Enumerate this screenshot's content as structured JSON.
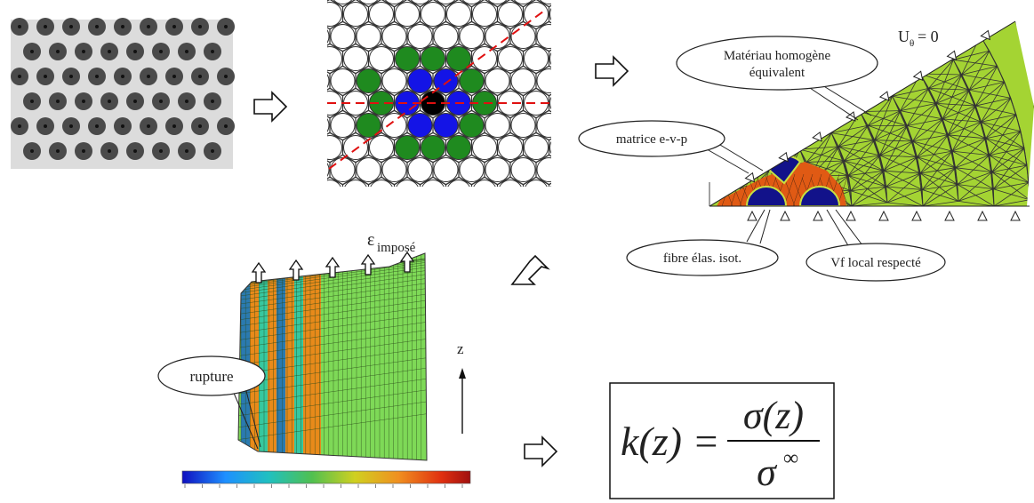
{
  "labels": {
    "u_theta": "U",
    "u_theta_sub": "θ",
    "u_theta_value": "= 0",
    "homog_line1": "Matériau homogène",
    "homog_line2": "équivalent",
    "matrice": "matrice e-v-p",
    "fibre": "fibre élas. isot.",
    "vf_local": "Vf local respecté",
    "eps": "ε",
    "eps_sub": "imposé",
    "rupture": "rupture",
    "z_axis": "z"
  },
  "formula": {
    "lhs": "k(z) =",
    "numerator": "σ(z)",
    "denominator": "σ",
    "denominator_sup": "∞"
  },
  "colors": {
    "green_fibre": "#1f8a1f",
    "blue_fibre": "#1414e6",
    "black_fibre": "#000000",
    "homog_mesh": "#a4d433",
    "matrix_orange": "#e05a14",
    "fibre_navy": "#12128a",
    "red_line": "#e01010"
  }
}
